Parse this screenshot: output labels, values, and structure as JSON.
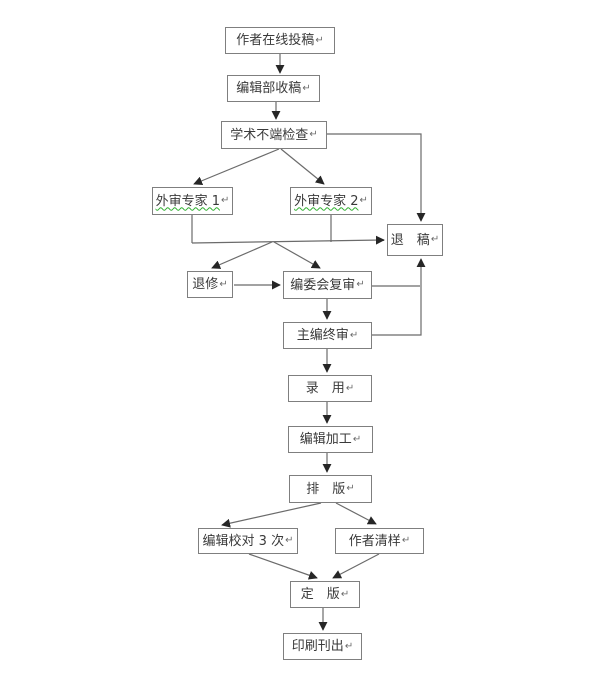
{
  "colors": {
    "background": "#ffffff",
    "box_border": "#7f7f7f",
    "line_color": "#6b6b6b",
    "arrow_color": "#262626",
    "text_color": "#3a3a3a",
    "spellcheck_color": "#2fae2f"
  },
  "return_mark": "↵",
  "nodes": {
    "author_submit": {
      "label": "作者在线投稿"
    },
    "editorial_receive": {
      "label": "编辑部收稿"
    },
    "misconduct_check": {
      "label": "学术不端检查"
    },
    "reviewer_1": {
      "label": "外审专家 1"
    },
    "reviewer_2": {
      "label": "外审专家 2"
    },
    "reject": {
      "label": "退　稿"
    },
    "revise": {
      "label": "退修"
    },
    "board_review": {
      "label": "编委会复审"
    },
    "chief_review": {
      "label": "主编终审"
    },
    "accept": {
      "label": "录　用"
    },
    "editing": {
      "label": "编辑加工"
    },
    "typeset": {
      "label": "排　版"
    },
    "proofread": {
      "label": "编辑校对 3 次"
    },
    "author_proof": {
      "label": "作者清样"
    },
    "final_version": {
      "label": "定　版"
    },
    "print": {
      "label": "印刷刊出"
    }
  }
}
